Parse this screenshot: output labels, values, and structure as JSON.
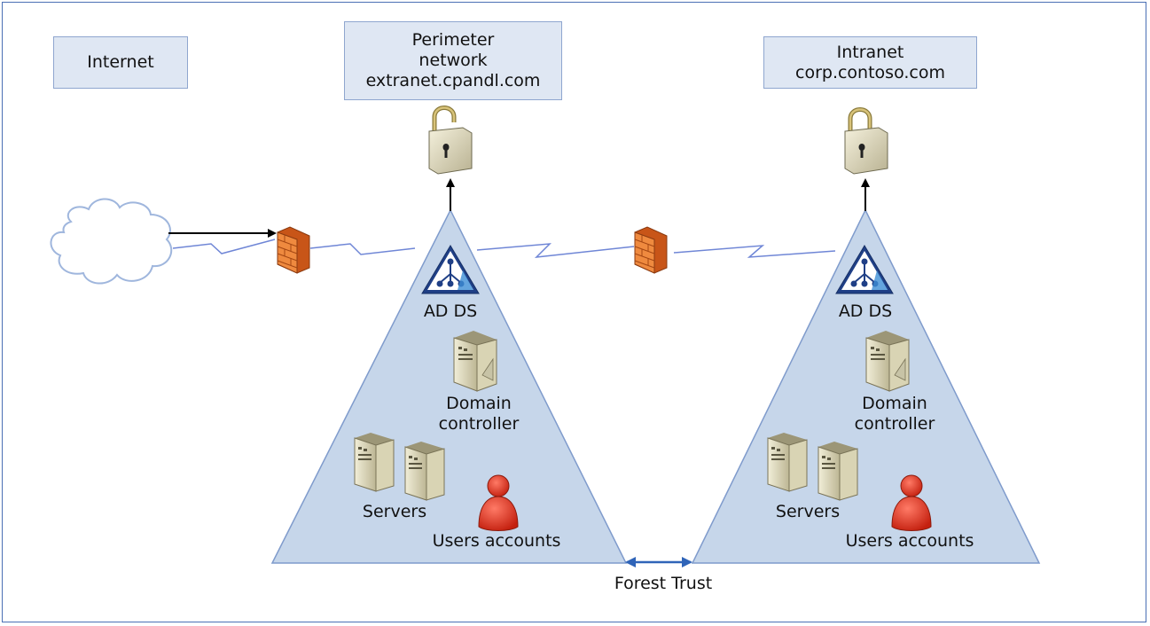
{
  "zones": {
    "internet": {
      "label": "Internet"
    },
    "perimeter": {
      "line1": "Perimeter",
      "line2": "network",
      "line3": "extranet.cpandl.com"
    },
    "intranet": {
      "line1": "Intranet",
      "line2": "corp.contoso.com"
    }
  },
  "forests": {
    "left": {
      "adds_label": "AD DS",
      "dc_line1": "Domain",
      "dc_line2": "controller",
      "servers_label": "Servers",
      "users_label": "Users accounts"
    },
    "right": {
      "adds_label": "AD DS",
      "dc_line1": "Domain",
      "dc_line2": "controller",
      "servers_label": "Servers",
      "users_label": "Users accounts"
    }
  },
  "trust": {
    "label": "Forest Trust"
  },
  "colors": {
    "frame": "#4a6fb5",
    "triangle_fill": "#c6d6ea",
    "triangle_stroke": "#7f9bcc",
    "box_fill": "#dfe7f3",
    "firewall": "#e8742a",
    "user": "#e03a2a",
    "trust_arrow": "#2f64b8"
  },
  "icons": [
    "cloud-icon",
    "firewall-icon",
    "padlock-icon",
    "ad-ds-icon",
    "server-icon",
    "user-icon"
  ]
}
